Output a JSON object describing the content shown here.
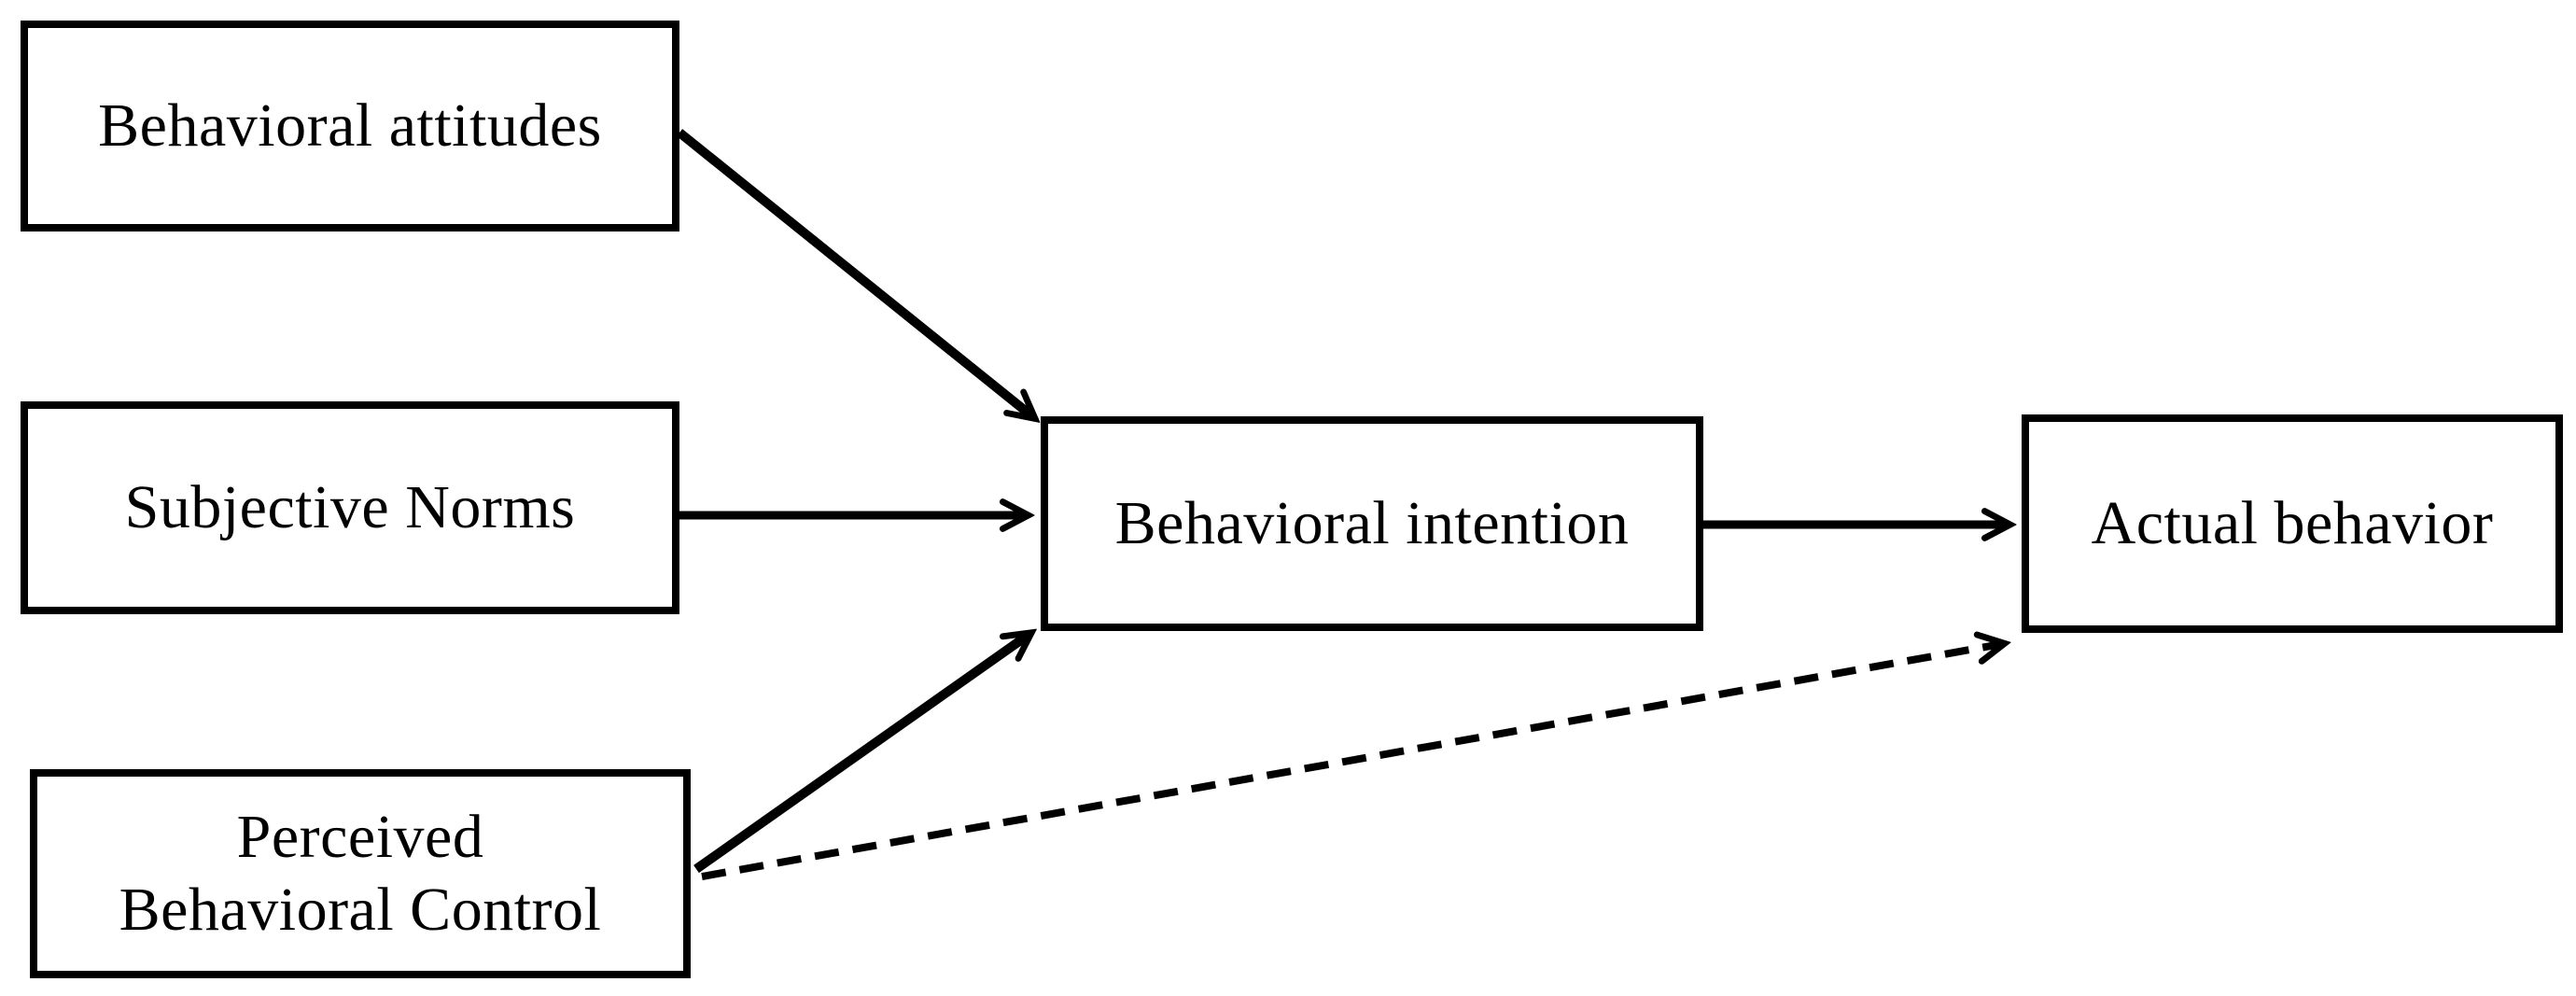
{
  "figure": {
    "type": "flow-diagram",
    "title": "Theory of Planned Behavior model",
    "background_color": "#ffffff",
    "stroke_color": "#000000",
    "nodes": [
      {
        "id": "behavioral-attitudes",
        "label": "Behavioral attitudes",
        "lines": [
          "Behavioral attitudes"
        ]
      },
      {
        "id": "subjective-norms",
        "label": "Subjective Norms",
        "lines": [
          "Subjective Norms"
        ]
      },
      {
        "id": "perceived-behavioral-control",
        "label": "Perceived Behavioral Control",
        "lines": [
          "Perceived",
          "Behavioral Control"
        ]
      },
      {
        "id": "behavioral-intention",
        "label": "Behavioral intention",
        "lines": [
          "Behavioral intention"
        ]
      },
      {
        "id": "actual-behavior",
        "label": "Actual behavior",
        "lines": [
          "Actual behavior"
        ]
      }
    ],
    "edges": [
      {
        "from": "behavioral-attitudes",
        "to": "behavioral-intention",
        "style": "solid",
        "arrowhead": "chevron"
      },
      {
        "from": "subjective-norms",
        "to": "behavioral-intention",
        "style": "solid",
        "arrowhead": "chevron"
      },
      {
        "from": "perceived-behavioral-control",
        "to": "behavioral-intention",
        "style": "solid",
        "arrowhead": "chevron"
      },
      {
        "from": "perceived-behavioral-control",
        "to": "actual-behavior",
        "style": "dashed",
        "arrowhead": "chevron"
      },
      {
        "from": "behavioral-intention",
        "to": "actual-behavior",
        "style": "solid",
        "arrowhead": "chevron"
      }
    ]
  }
}
